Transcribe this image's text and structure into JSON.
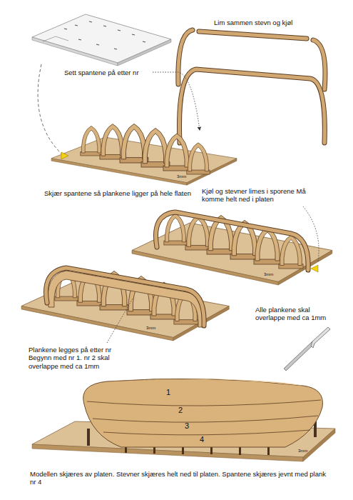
{
  "diagram": {
    "labels": [
      "Lim sammen stevn og kjøl",
      "Sett spantene på etter nr",
      "3mm",
      "Skjær spantene så plankene ligger på hele flaten",
      "Kjøl og stevner limes i sporene Må komme helt ned i platen",
      "3mm",
      "Plankene legges på etter nr Begynn med nr 1. nr 2 skal overlappe med ca 1mm",
      "3mm",
      "Alle plankene skal overlappe med ca 1mm",
      "1",
      "2",
      "3",
      "4",
      "3mm",
      "Modellen skjæres av platen. Stevner skjæres helt ned til platen. Spantene skjæres jevnt med plank nr 4"
    ]
  }
}
